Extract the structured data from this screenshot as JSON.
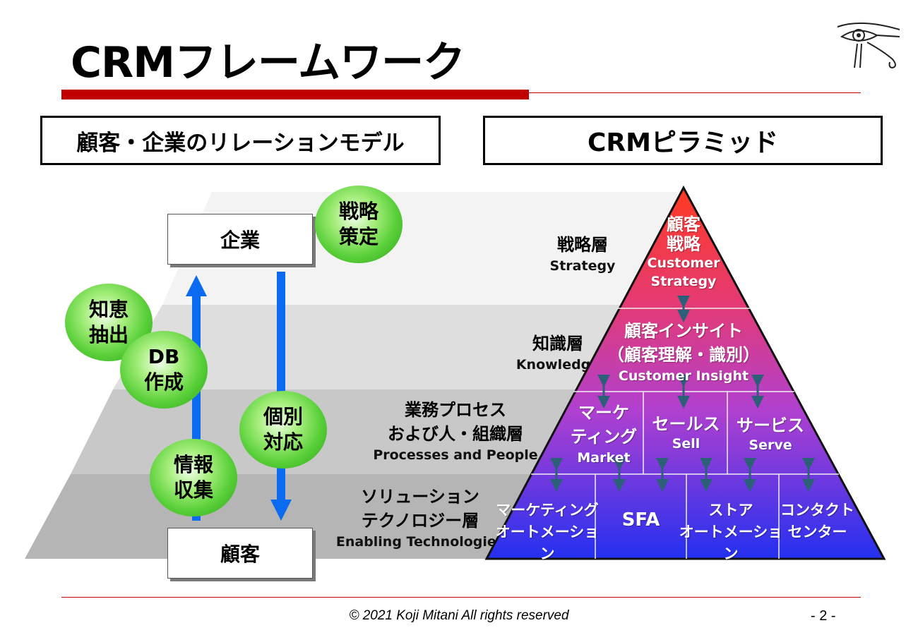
{
  "title": "CRMフレームワーク",
  "left_panel": {
    "header": "顧客・企業のリレーションモデル",
    "company_label": "企業",
    "customer_label": "顧客",
    "balls": {
      "strategy": [
        "戦略",
        "策定"
      ],
      "wisdom": [
        "知恵",
        "抽出"
      ],
      "db": [
        "DB",
        "作成"
      ],
      "individual": [
        "個別",
        "対応"
      ],
      "info": [
        "情報",
        "収集"
      ]
    }
  },
  "right_panel": {
    "header": "CRMピラミッド"
  },
  "layers": [
    {
      "jp": [
        "戦略層"
      ],
      "en": "Strategy"
    },
    {
      "jp": [
        "知識層"
      ],
      "en": "Knowledge"
    },
    {
      "jp": [
        "業務プロセス",
        "および人・組織層"
      ],
      "en": "Processes and People"
    },
    {
      "jp": [
        "ソリューション",
        "テクノロジー層"
      ],
      "en": "Enabling Technologies"
    }
  ],
  "pyramid": {
    "top": {
      "jp": [
        "顧客",
        "戦略"
      ],
      "en": [
        "Customer",
        "Strategy"
      ]
    },
    "insight": {
      "jp": [
        "顧客インサイト",
        "（顧客理解・識別）"
      ],
      "en": "Customer Insight"
    },
    "process": [
      {
        "jp": [
          "マーケ",
          "ティング"
        ],
        "en": "Market"
      },
      {
        "jp": [
          "セールス"
        ],
        "en": "Sell"
      },
      {
        "jp": [
          "サービス"
        ],
        "en": "Serve"
      }
    ],
    "tech": [
      {
        "lines": [
          "マーケティング",
          "オートメーション"
        ]
      },
      {
        "lines": [
          "SFA"
        ]
      },
      {
        "lines": [
          "ストア",
          "オートメーション"
        ]
      },
      {
        "lines": [
          "コンタクト",
          "センター"
        ]
      }
    ]
  },
  "colors": {
    "accent_red": "#c00000",
    "arrow_blue": "#0a6af0",
    "pyramid_top": "#ff3a22",
    "pyramid_mid": "#b040d0",
    "pyramid_bottom": "#2430f0",
    "ball_green": "#58cf38"
  },
  "logo_icon": "eye-of-horus-icon",
  "footer": {
    "copyright": "© 2021 Koji Mitani All rights reserved",
    "page": "- 2 -"
  }
}
